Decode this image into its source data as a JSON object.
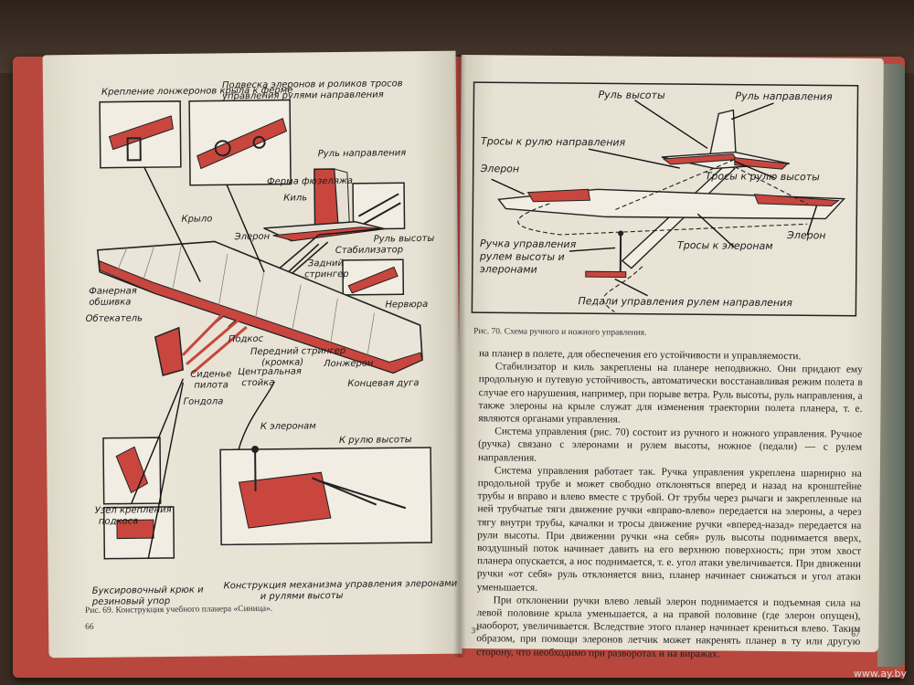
{
  "left_page": {
    "figure_labels": {
      "wing_mount": "Крепление лонжеронов крыла к ферме",
      "aileron_suspension_1": "Подвеска элеронов и роликов тросов",
      "aileron_suspension_2": "управления рулями направления",
      "rudder": "Руль направления",
      "fuselage_truss": "Ферма фюзеляжа",
      "fin": "Киль",
      "wing": "Крыло",
      "aileron": "Элерон",
      "elevator": "Руль высоты",
      "stabilizer": "Стабилизатор",
      "rear_stringer_1": "Задний",
      "rear_stringer_2": "стрингер",
      "plywood_skin_1": "Фанерная",
      "plywood_skin_2": "обшивка",
      "fairing": "Обтекатель",
      "rib": "Нервюра",
      "strut": "Подкос",
      "front_stringer_1": "Передний стрингер",
      "front_stringer_2": "(кромка)",
      "pilot_seat_1": "Сиденье",
      "pilot_seat_2": "пилота",
      "central_post_1": "Центральная",
      "central_post_2": "стойка",
      "spar": "Лонжерон",
      "gondola": "Гондола",
      "wingtip_bow": "Концевая дуга",
      "to_ailerons": "К элеронам",
      "to_elevator": "К рулю высоты",
      "strut_mount_1": "Узел крепления",
      "strut_mount_2": "подкоса",
      "tow_hook_1": "Буксировочный крюк и",
      "tow_hook_2": "резиновый упор",
      "controls_1": "Конструкция механизма управления элеронами",
      "controls_2": "и рулями высоты"
    },
    "caption": "Рис. 69. Конструкция учебного планера «Синица».",
    "page_number": "66"
  },
  "right_page": {
    "figure_labels": {
      "elevator": "Руль высоты",
      "rudder": "Руль направления",
      "rudder_cables": "Тросы к рулю направления",
      "aileron_left": "Элерон",
      "elevator_cables": "Тросы к рулю высоты",
      "aileron_right": "Элерон",
      "aileron_cables": "Тросы к элеронам",
      "stick_1": "Ручка управления",
      "stick_2": "рулем высоты и",
      "stick_3": "элеронами",
      "pedals": "Педали управления рулем направления"
    },
    "caption": "Рис. 70. Схема ручного и ножного управления.",
    "paragraphs": [
      "на планер в полете, для обеспечения его устойчивости и управляемости.",
      "Стабилизатор и киль закреплены на планере неподвижно. Они придают ему продольную и путевую устойчивость, автоматически восстанавливая режим полета в случае его нарушения, например, при порыве ветра. Руль высоты, руль направления, а также элероны на крыле служат для изменения траектории полета планера, т. е. являются органами управления.",
      "Система управления (рис. 70) состоит из ручного и ножного управления. Ручное (ручка) связано с элеронами и рулем высоты, ножное (педали) — с рулем направления.",
      "Система управления работает так. Ручка управления укреплена шарнирно на продольной трубе и может свободно отклоняться вперед и назад на кронштейне трубы и вправо и влево вместе с трубой. От трубы через рычаги и закрепленные на ней трубчатые тяги движение ручки «вправо-влево» передается на элероны, а через тягу внутри трубы, качалки и тросы движение ручки «вперед-назад» передается на рули высоты. При движении ручки «на себя» руль высоты поднимается вверх, воздушный поток начинает давить на его верхнюю поверхность; при этом хвост планера опускается, а нос поднимается, т. е. угол атаки увеличивается. При движении ручки «от себя» руль отклоняется вниз, планер начинает снижаться и угол атаки уменьшается.",
      "При отклонении ручки влево левый элерон поднимается и подъемная сила на левой половине крыла уменьшается, а на правой половине (где элерон опущен), наоборот, увеличивается. Вследствие этого планер начинает крениться влево. Таким образом, при помощи элеронов летчик может накренять планер в ту или другую сторону, что необходимо при разворотах и на виражах."
    ],
    "signature_mark": "3*",
    "page_number": "67"
  },
  "watermark": "www.ay.by",
  "colors": {
    "paper": "#e7e2d4",
    "accent_red": "#c9463e",
    "ink": "#1b1b1b",
    "cover": "#b8483d"
  }
}
